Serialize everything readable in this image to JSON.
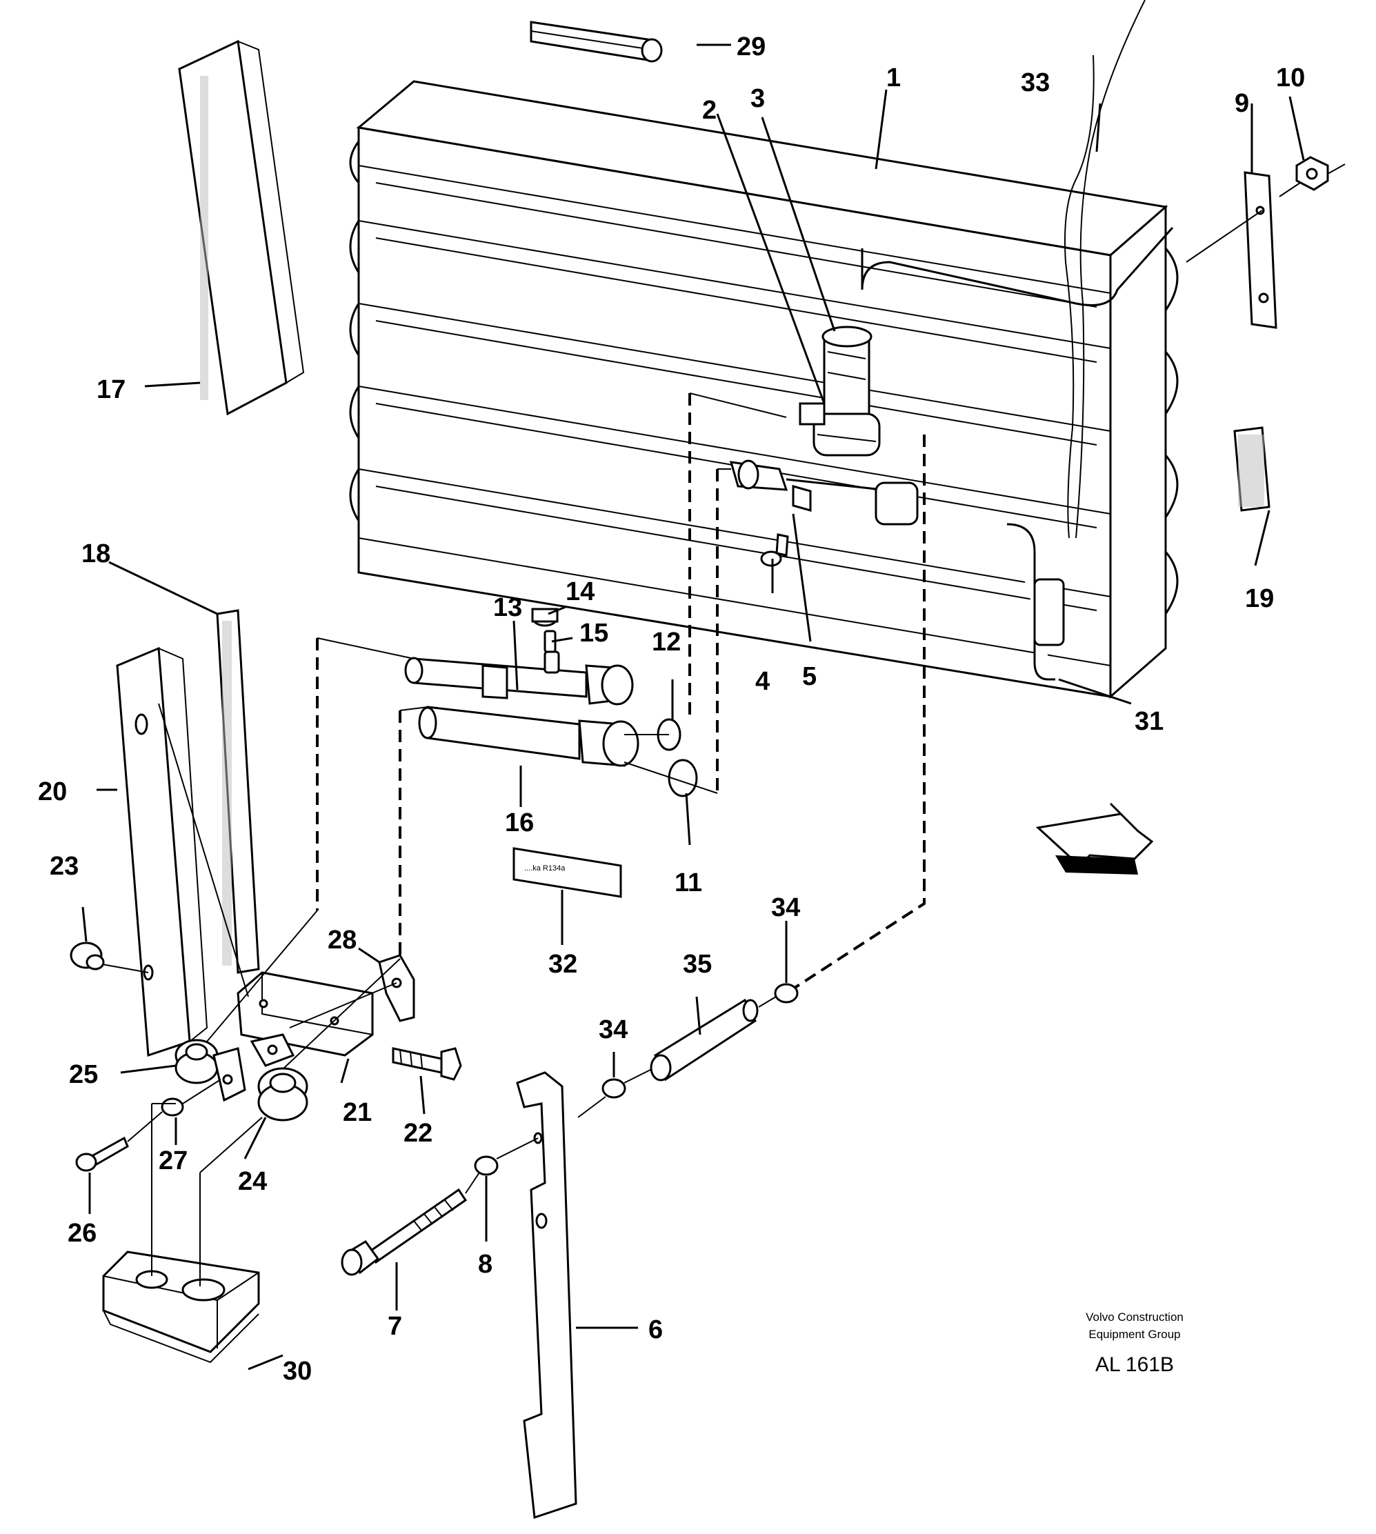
{
  "callouts": {
    "c1": "1",
    "c2": "2",
    "c3": "3",
    "c4": "4",
    "c5": "5",
    "c6": "6",
    "c7": "7",
    "c8": "8",
    "c9": "9",
    "c10": "10",
    "c11": "11",
    "c12": "12",
    "c13": "13",
    "c14": "14",
    "c15": "15",
    "c16": "16",
    "c17": "17",
    "c18": "18",
    "c19": "19",
    "c20": "20",
    "c21": "21",
    "c22": "22",
    "c23": "23",
    "c24": "24",
    "c25": "25",
    "c26": "26",
    "c27": "27",
    "c28": "28",
    "c29": "29",
    "c30": "30",
    "c31": "31",
    "c32": "32",
    "c33": "33",
    "c34a": "34",
    "c34b": "34",
    "c35": "35"
  },
  "label_tag": "....ka R134a",
  "credit": {
    "line1": "Volvo Construction",
    "line2": "Equipment Group",
    "code": "AL 161B"
  }
}
